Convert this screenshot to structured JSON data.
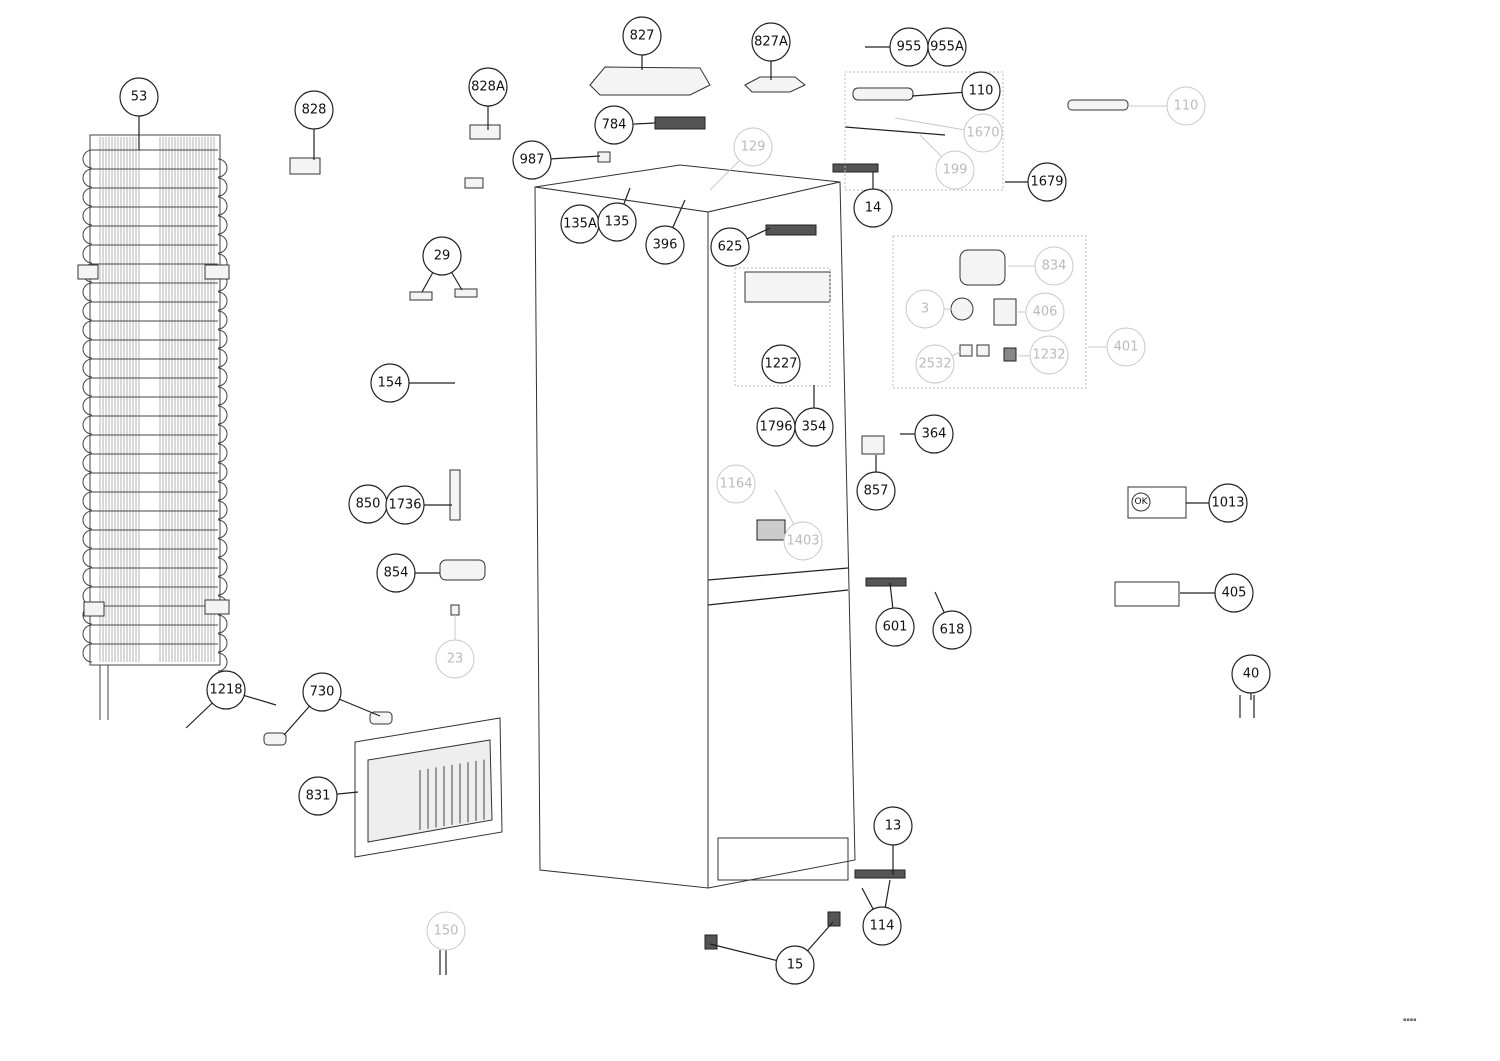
{
  "diagram": {
    "callouts": [
      {
        "label": "53"
      },
      {
        "label": "828"
      },
      {
        "label": "828A"
      },
      {
        "label": "987"
      },
      {
        "label": "827"
      },
      {
        "label": "827A"
      },
      {
        "label": "784"
      },
      {
        "label": "129"
      },
      {
        "label": "135A"
      },
      {
        "label": "135"
      },
      {
        "label": "396"
      },
      {
        "label": "625"
      },
      {
        "label": "955"
      },
      {
        "label": "955A"
      },
      {
        "label": "110"
      },
      {
        "label": "1670"
      },
      {
        "label": "199"
      },
      {
        "label": "14"
      },
      {
        "label": "1679"
      },
      {
        "label": "110"
      },
      {
        "label": "29"
      },
      {
        "label": "834"
      },
      {
        "label": "3"
      },
      {
        "label": "406"
      },
      {
        "label": "401"
      },
      {
        "label": "2532"
      },
      {
        "label": "1232"
      },
      {
        "label": "1227"
      },
      {
        "label": "154"
      },
      {
        "label": "1796"
      },
      {
        "label": "354"
      },
      {
        "label": "364"
      },
      {
        "label": "857"
      },
      {
        "label": "1164"
      },
      {
        "label": "1403"
      },
      {
        "label": "850"
      },
      {
        "label": "1736"
      },
      {
        "label": "1013"
      },
      {
        "label": "854"
      },
      {
        "label": "405"
      },
      {
        "label": "601"
      },
      {
        "label": "618"
      },
      {
        "label": "23"
      },
      {
        "label": "40"
      },
      {
        "label": "1218"
      },
      {
        "label": "730"
      },
      {
        "label": "831"
      },
      {
        "label": "13"
      },
      {
        "label": "114"
      },
      {
        "label": "150"
      },
      {
        "label": "15"
      }
    ],
    "ok_button_label": "OK"
  }
}
